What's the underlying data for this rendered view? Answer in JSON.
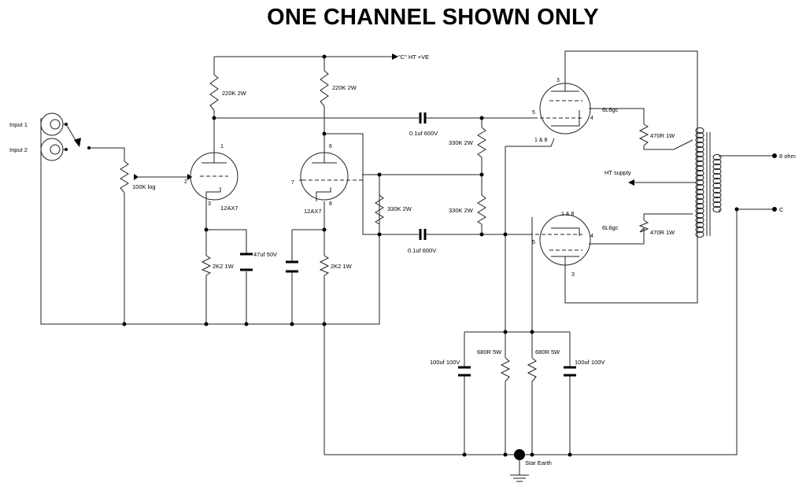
{
  "title": "ONE CHANNEL SHOWN ONLY",
  "inputs": {
    "input1": "Input 1",
    "input2": "Input 2"
  },
  "ht": {
    "label": "\"C\"   HT +VE",
    "supply": "HT supply"
  },
  "output": {
    "ohm": "8 ohm",
    "common": "C"
  },
  "earth": {
    "label": "Star Earth"
  },
  "tubes": {
    "v1": "12AX7",
    "v2": "12AX7",
    "p1": "6L6gc",
    "p2": "6L6gc"
  },
  "pins": {
    "v1_plate": "1",
    "v1_grid": "2",
    "v1_cathode": "3",
    "v2_plate": "6",
    "v2_grid": "7",
    "v2_cathode": "8",
    "p1_plate": "3",
    "p1_grid": "5",
    "p1_screen": "4",
    "p1_heater": "1 & 8",
    "p2_heater": "1 & 8",
    "p2_grid": "5",
    "p2_screen": "4",
    "p2_plate": "3"
  },
  "components": {
    "r_plate1": "220K 2W",
    "r_plate2": "220K 2W",
    "pot": "100K log",
    "r_cath1": "2K2 1W",
    "c_cath1": "47uf 50V",
    "r_cath2": "2K2 1W",
    "c_couple1": "0.1uf 600V",
    "c_couple2": "0.1uf 600V",
    "r_grid_top": "330K 2W",
    "r_grid_bot": "330K 2W",
    "r_pi": "330K 2W",
    "r_screen1": "470R 1W",
    "r_screen2": "470R 1W",
    "c_bias1": "100uf 100V",
    "r_bias1": "680R 5W",
    "r_bias2": "680R 5W",
    "c_bias2": "100uf 100V"
  }
}
